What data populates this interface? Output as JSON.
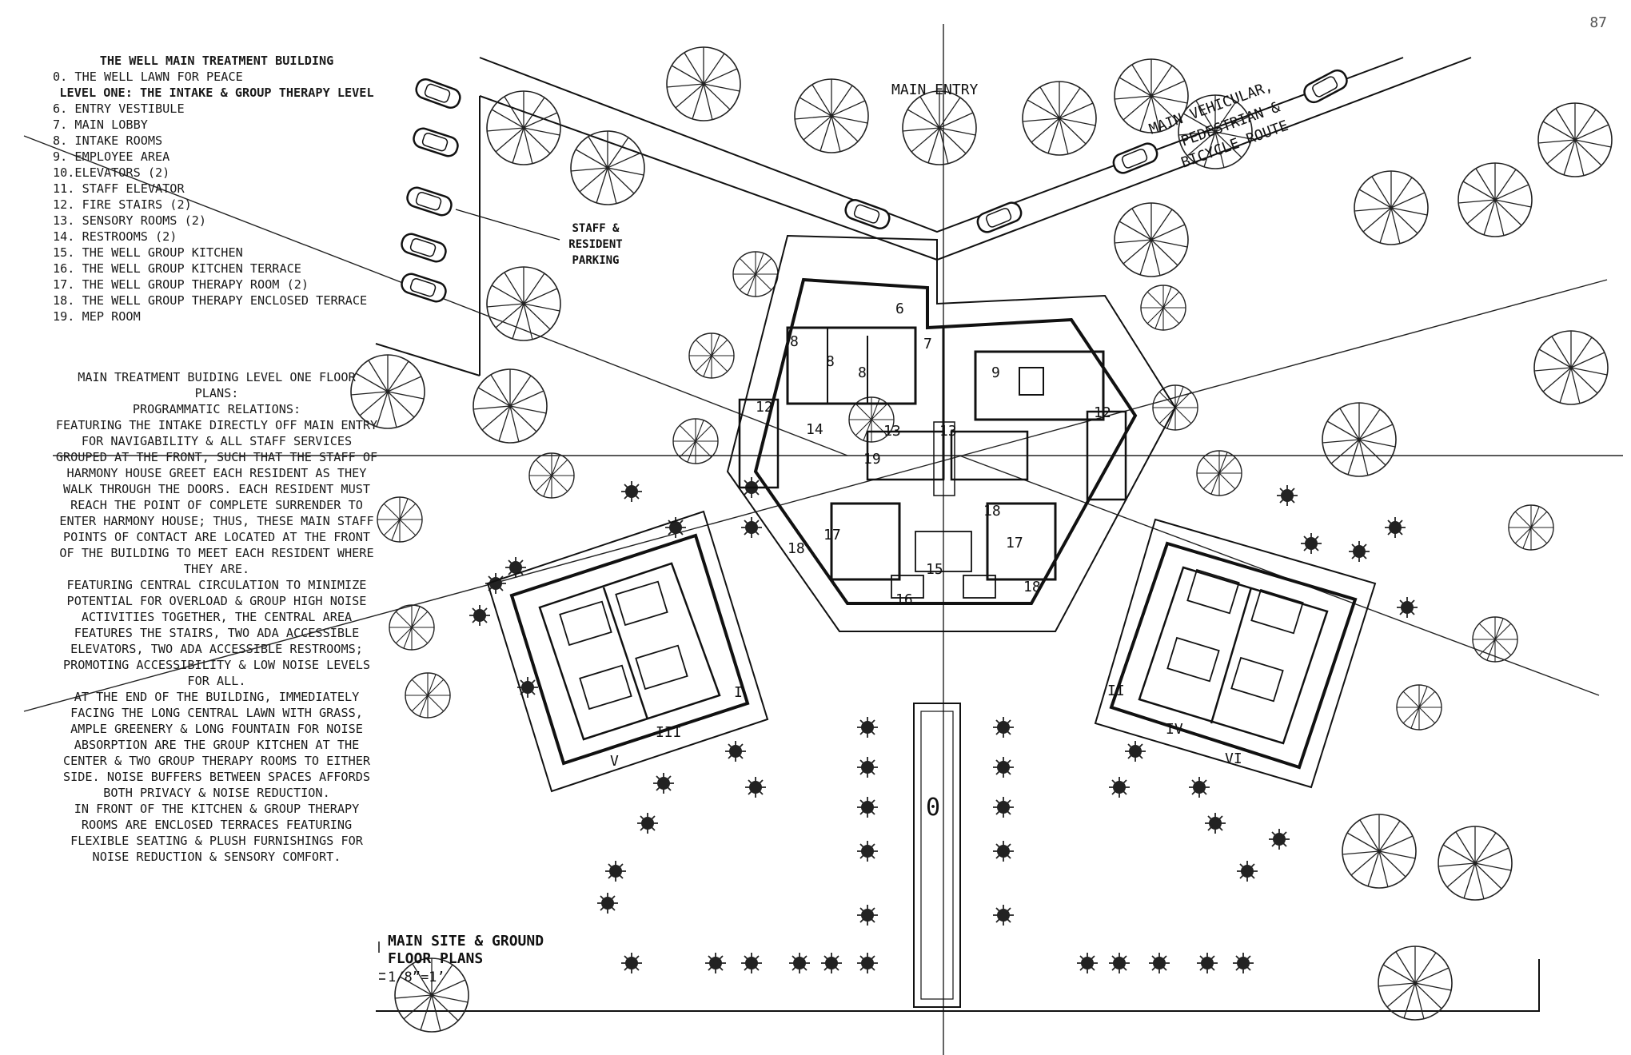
{
  "page_number": "87",
  "legend": {
    "title": "THE WELL MAIN TREATMENT BUILDING",
    "item_0": "0. THE WELL LAWN FOR PEACE",
    "level_heading": "LEVEL ONE: THE INTAKE & GROUP THERAPY LEVEL",
    "items": [
      "6. ENTRY VESTIBULE",
      "7. MAIN LOBBY",
      "8. INTAKE ROOMS",
      "9. EMPLOYEE AREA",
      "10.ELEVATORS (2)",
      "11. STAFF ELEVATOR",
      "12. FIRE STAIRS (2)",
      "13. SENSORY ROOMS (2)",
      "14. RESTROOMS (2)",
      "15. THE WELL GROUP KITCHEN",
      "16. THE WELL GROUP KITCHEN TERRACE",
      "17. THE WELL GROUP THERAPY ROOM (2)",
      "18. THE WELL GROUP THERAPY ENCLOSED TERRACE",
      "19. MEP ROOM"
    ]
  },
  "notes": {
    "heading": "MAIN TREATMENT BUIDING LEVEL ONE FLOOR PLANS:",
    "subheading": "PROGRAMMATIC RELATIONS:",
    "paragraphs": [
      "FEATURING THE INTAKE DIRECTLY OFF MAIN ENTRY FOR NAVIGABILITY & ALL STAFF SERVICES GROUPED AT THE FRONT, SUCH THAT THE STAFF OF HARMONY HOUSE GREET EACH RESIDENT AS THEY WALK THROUGH THE DOORS. EACH RESIDENT MUST REACH THE POINT OF COMPLETE SURRENDER TO ENTER HARMONY HOUSE; THUS, THESE MAIN STAFF POINTS OF CONTACT ARE LOCATED AT THE FRONT OF THE BUILDING TO MEET EACH RESIDENT WHERE THEY ARE.",
      "FEATURING CENTRAL CIRCULATION TO MINIMIZE POTENTIAL FOR OVERLOAD & GROUP HIGH NOISE ACTIVITIES TOGETHER, THE CENTRAL AREA FEATURES THE STAIRS, TWO ADA ACCESSIBLE ELEVATORS, TWO ADA ACCESSIBLE RESTROOMS; PROMOTING ACCESSIBILITY & LOW NOISE LEVELS FOR ALL.",
      "AT THE END OF THE BUILDING, IMMEDIATELY FACING THE LONG CENTRAL LAWN WITH GRASS, AMPLE GREENERY & LONG FOUNTAIN FOR NOISE ABSORPTION ARE THE GROUP KITCHEN AT THE CENTER & TWO GROUP THERAPY ROOMS TO EITHER SIDE. NOISE BUFFERS BETWEEN SPACES AFFORDS BOTH PRIVACY & NOISE REDUCTION.",
      "IN FRONT OF THE KITCHEN & GROUP THERAPY ROOMS ARE ENCLOSED TERRACES FEATURING FLEXIBLE SEATING & PLUSH FURNISHINGS FOR NOISE REDUCTION & SENSORY COMFORT."
    ]
  },
  "plan_labels": {
    "main_entry": "MAIN ENTRY",
    "route_line1": "MAIN VEHICULAR,",
    "route_line2": "PEDESTRIAN &",
    "route_line3": "BICYCLE ROUTE",
    "parking_line1": "STAFF &",
    "parking_line2": "RESIDENT",
    "parking_line3": "PARKING",
    "lawn": "0",
    "room_6": "6",
    "room_7": "7",
    "room_8": "8",
    "room_9": "9",
    "room_12": "12",
    "room_13": "13",
    "room_14": "14",
    "room_15": "15",
    "room_16": "16",
    "room_17": "17",
    "room_18": "18",
    "room_19": "19",
    "wing_I": "I",
    "wing_II": "II",
    "wing_III": "III",
    "wing_IV": "IV",
    "wing_V": "V",
    "wing_VI": "VI"
  },
  "title_block": {
    "line1": "MAIN SITE & GROUND",
    "line2": "FLOOR PLANS",
    "scale": "1/8”=1’"
  }
}
